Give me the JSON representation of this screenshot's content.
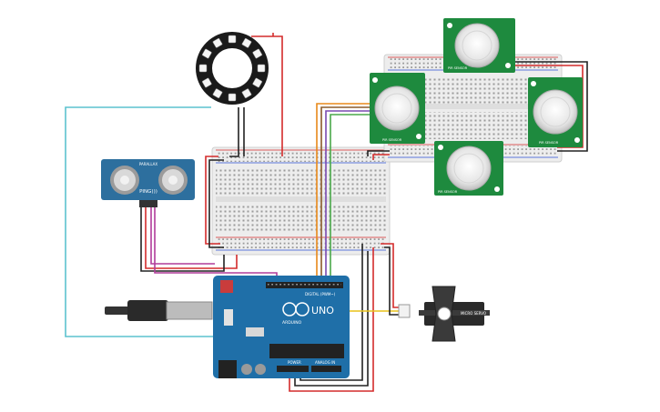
{
  "ping_sensor": {
    "label": "PING)))",
    "brand": "PARALLAX"
  },
  "arduino": {
    "model": "UNO",
    "brand": "ARDUINO",
    "digital_label": "DIGITAL (PWM~)",
    "power_label": "POWER",
    "analog_label": "ANALOG IN"
  },
  "servo": {
    "label": "MICRO SERVO"
  },
  "pir_sensors": [
    {
      "id": "pir-top",
      "label": "PIR SENSOR"
    },
    {
      "id": "pir-left",
      "label": "PIR SENSOR"
    },
    {
      "id": "pir-right",
      "label": "PIR SENSOR"
    },
    {
      "id": "pir-bottom",
      "label": "PIR SENSOR"
    }
  ],
  "wire_colors": {
    "red": "#d42b2b",
    "black": "#222222",
    "cyan": "#5bc2cf",
    "magenta": "#b03c9a",
    "orange": "#e8891a",
    "yellow": "#e8c21a",
    "green": "#4aa84a",
    "purple": "#7a4ab0",
    "brown": "#8a5a2a"
  },
  "board_colors": {
    "arduino": "#1f6fa8",
    "pir": "#1e8a3e",
    "ping": "#2d6f9e",
    "breadboard": "#ececec"
  }
}
